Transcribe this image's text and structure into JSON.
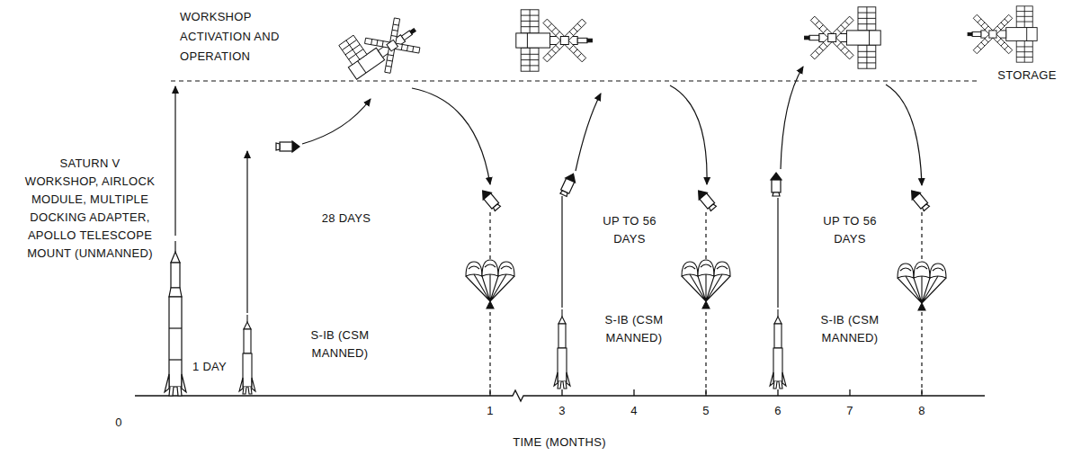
{
  "diagram": {
    "labels": [
      "WORKSHOP ACTIVATION AND OPERATION",
      "SATURN V WORKSHOP, AIRLOCK MODULE, MULTIPLE DOCKING ADAPTER, APOLLO TELESCOPE MOUNT (UNMANNED)",
      "1 DAY",
      "28 DAYS",
      "S-IB (CSM MANNED)",
      "UP TO 56 DAYS",
      "S-IB (CSM MANNED)",
      "UP TO 56 DAYS",
      "S-IB (CSM MANNED)",
      "STORAGE",
      "0",
      "1",
      "3",
      "4",
      "5",
      "6",
      "7",
      "8",
      "TIME (MONTHS)"
    ]
  }
}
